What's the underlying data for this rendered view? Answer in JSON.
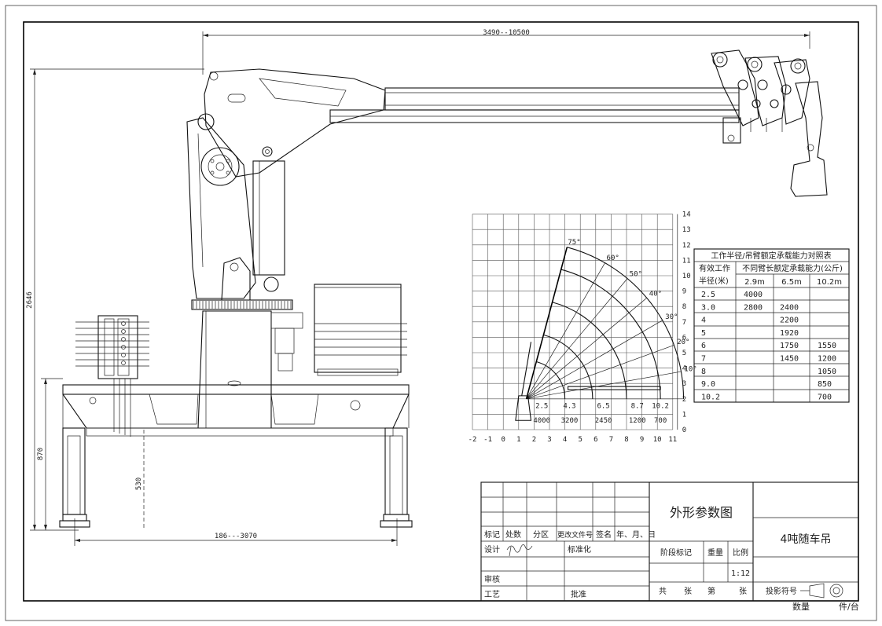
{
  "dimensions": {
    "boom_range": "3490--10500",
    "overall_height": "2646",
    "leg_height": "870",
    "base_offset": "530",
    "outrigger_span": "186---3070"
  },
  "range_chart": {
    "x_ticks": [
      "-2",
      "-1",
      "0",
      "1",
      "2",
      "3",
      "4",
      "5",
      "6",
      "7",
      "8",
      "9",
      "10",
      "11"
    ],
    "y_ticks": [
      "0",
      "1",
      "2",
      "3",
      "4",
      "5",
      "6",
      "7",
      "8",
      "9",
      "10",
      "11",
      "12",
      "13",
      "14"
    ],
    "angle_labels": [
      "75°",
      "60°",
      "50°",
      "40°",
      "30°",
      "20°",
      "10°"
    ],
    "radius_labels": [
      "2.5",
      "4.3",
      "6.5",
      "8.7",
      "10.2"
    ],
    "load_labels": [
      "4000",
      "3200",
      "2450",
      "1200",
      "700"
    ]
  },
  "capacity_table": {
    "title": "工作半径/吊臂额定承载能力对照表",
    "col_header_left_1": "有效工作",
    "col_header_left_2": "半径(米)",
    "col_header_group": "不同臂长额定承载能力(公斤)",
    "boom_lengths": [
      "2.9m",
      "6.5m",
      "10.2m"
    ],
    "rows": [
      {
        "radius": "2.5",
        "c1": "4000",
        "c2": "",
        "c3": ""
      },
      {
        "radius": "3.0",
        "c1": "2800",
        "c2": "2400",
        "c3": ""
      },
      {
        "radius": "4",
        "c1": "",
        "c2": "2200",
        "c3": ""
      },
      {
        "radius": "5",
        "c1": "",
        "c2": "1920",
        "c3": ""
      },
      {
        "radius": "6",
        "c1": "",
        "c2": "1750",
        "c3": "1550"
      },
      {
        "radius": "7",
        "c1": "",
        "c2": "1450",
        "c3": "1200"
      },
      {
        "radius": "8",
        "c1": "",
        "c2": "",
        "c3": "1050"
      },
      {
        "radius": "9.0",
        "c1": "",
        "c2": "",
        "c3": "850"
      },
      {
        "radius": "10.2",
        "c1": "",
        "c2": "",
        "c3": "700"
      }
    ]
  },
  "title_block": {
    "drawing_name": "外形参数图",
    "product_name": "4吨随车吊",
    "h_mark": "标记",
    "h_count": "处数",
    "h_zone": "分区",
    "h_doc": "更改文件号",
    "h_sign": "签名",
    "h_date": "年、月、日",
    "design": "设计",
    "standardize": "标准化",
    "review": "审核",
    "process": "工艺",
    "approve": "批准",
    "stage": "阶段标记",
    "weight": "重量",
    "scale": "比例",
    "scale_value": "1:12",
    "total": "共",
    "sheets": "张",
    "sheet_no": "第",
    "sheet": "张",
    "projection": "投影符号",
    "quantity": "数量",
    "unit": "件/台"
  }
}
